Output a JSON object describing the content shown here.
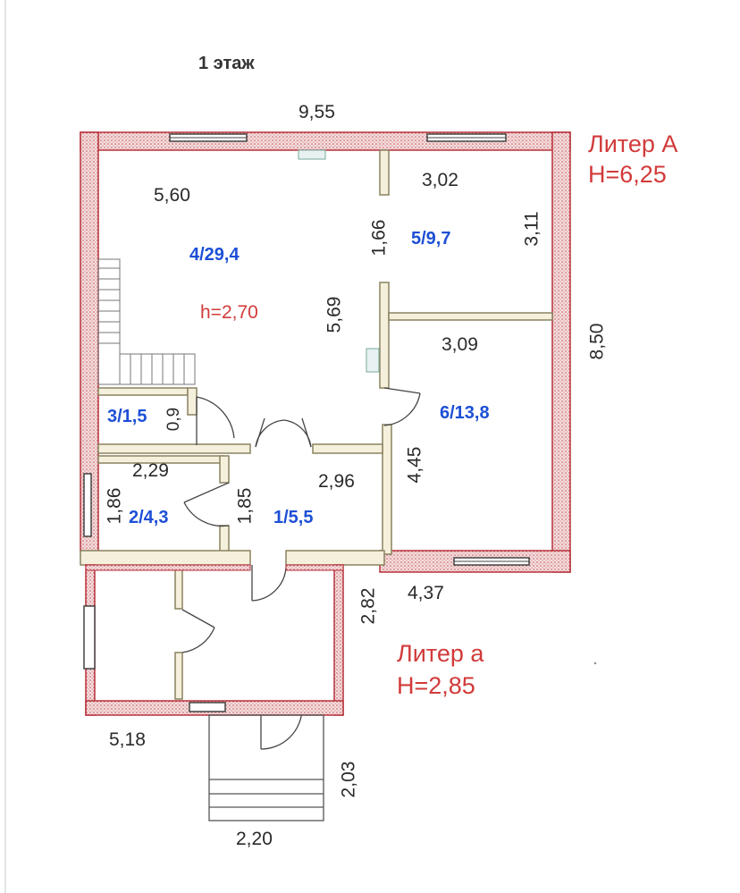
{
  "title": "1 этаж",
  "dimensions": {
    "top_width": "9,55",
    "main_room_width": "5,60",
    "room5_width": "3,02",
    "room5_depth": "3,11",
    "room5_partition": "1,66",
    "main_room_depth": "5,69",
    "room6_width": "3,09",
    "total_depth": "8,50",
    "room6_depth": "4,45",
    "room3_depth": "0,9",
    "room2_width": "2,29",
    "room2_depth": "1,86",
    "room1_depth": "1,85",
    "room1_width": "2,96",
    "annex_depth": "2,82",
    "annex_offset": "4,37",
    "annex_width": "5,18",
    "porch_depth": "2,03",
    "porch_width": "2,20"
  },
  "rooms": {
    "room4": "4/29,4",
    "room5": "5/9,7",
    "room6": "6/13,8",
    "room3": "3/1,5",
    "room2": "2/4,3",
    "room1": "1/5,5"
  },
  "ceiling_height": "h=2,70",
  "liter_main": {
    "name": "Литер А",
    "height": "H=6,25"
  },
  "liter_annex": {
    "name": "Литер а",
    "height": "H=2,85"
  },
  "colors": {
    "wall_fill": "#f3dede",
    "wall_stroke": "#b8323c",
    "partition_fill": "#f5f0dc",
    "partition_stroke": "#8a8260",
    "window": "#444444",
    "room_text": "#1d4fd6",
    "liter_text": "#d23a3a"
  }
}
